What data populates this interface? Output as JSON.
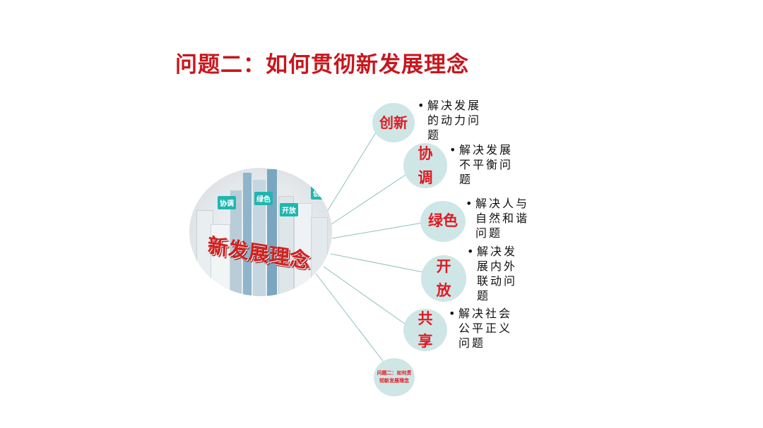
{
  "title": "问题二：如何贯彻新发展理念",
  "center": {
    "label": "新发展理念",
    "signs": [
      "协调",
      "绿色",
      "开放",
      "创新"
    ]
  },
  "nodes": [
    {
      "label": "创新",
      "desc": "解决发展的动力问题"
    },
    {
      "label": "协调",
      "desc": "解决发展不平衡问题"
    },
    {
      "label": "绿色",
      "desc": "解决人与自然和谐问题"
    },
    {
      "label": "开放",
      "desc": "解决发展内外联动问题"
    },
    {
      "label": "共享",
      "desc": "解决社会公平正义问题"
    }
  ],
  "bottom_node": {
    "label": "问题二：如何贯彻新发展理念"
  },
  "colors": {
    "title": "#c8161d",
    "node_fill": "#cfe6e6",
    "node_text": "#e11a22",
    "connector": "#8fbfbe"
  }
}
